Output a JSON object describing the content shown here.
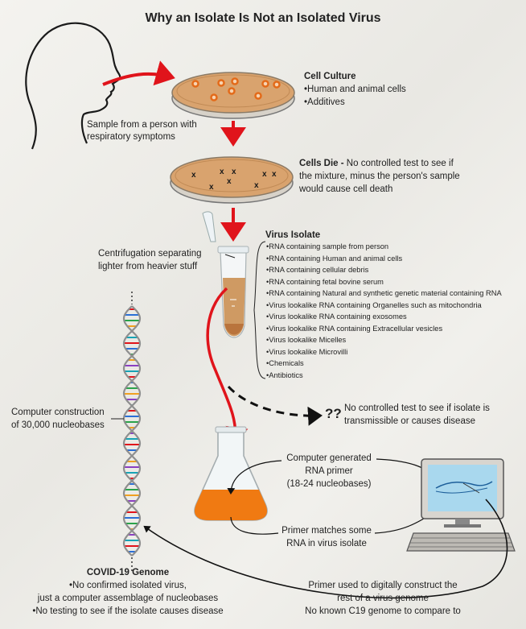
{
  "title": "Why an Isolate Is Not an Isolated Virus",
  "sample_label": [
    "Sample from a person with",
    "respiratory symptoms"
  ],
  "cell_culture": {
    "heading": "Cell Culture",
    "items": [
      "•Human and animal cells",
      "•Additives"
    ]
  },
  "cells_die": {
    "heading": "Cells Die -",
    "text_1": " No controlled test to see if",
    "text_2": "the mixture, minus the person's sample",
    "text_3": "would cause cell death"
  },
  "centrifugation": [
    "Centrifugation separating",
    "lighter from heavier stuff"
  ],
  "virus_isolate": {
    "heading": "Virus Isolate",
    "items": [
      "RNA containing sample from person",
      "RNA containing Human and animal cells",
      "RNA containing cellular debris",
      "RNA containing fetal bovine serum",
      "RNA containing Natural and synthetic genetic material containing RNA",
      "Virus lookalike RNA containing Organelles such as mitochondria",
      "Virus lookalike RNA containing exosomes",
      "Virus lookalike RNA containing Extracellular vesicles",
      "Virus lookalike Micelles",
      "Virus lookalike Microvilli",
      "Chemicals",
      "Antibiotics"
    ]
  },
  "question_marks": "??",
  "no_test_transmissible": [
    "No controlled test to see if isolate is",
    "transmissible or causes disease"
  ],
  "computer_construction": [
    "Computer construction",
    "of 30,000 nucleobases"
  ],
  "rna_primer": [
    "Computer generated",
    "RNA primer",
    "(18-24  nucleobases)"
  ],
  "primer_matches": [
    "Primer matches some",
    "RNA in virus isolate"
  ],
  "covid_genome": {
    "heading": "COVID-19 Genome",
    "items": [
      "•No confirmed isolated virus,",
      "just a computer assemblage of nucleobases",
      "•No testing to see if the isolate causes disease"
    ]
  },
  "primer_used": [
    "Primer used to digitally construct the",
    "rest of a virus genome",
    "No known C19 genome to compare to"
  ],
  "colors": {
    "arrow": "#e0141b",
    "culture": "#d9a36e",
    "liquid": "#f07a12",
    "screen": "#a9d8ee"
  }
}
